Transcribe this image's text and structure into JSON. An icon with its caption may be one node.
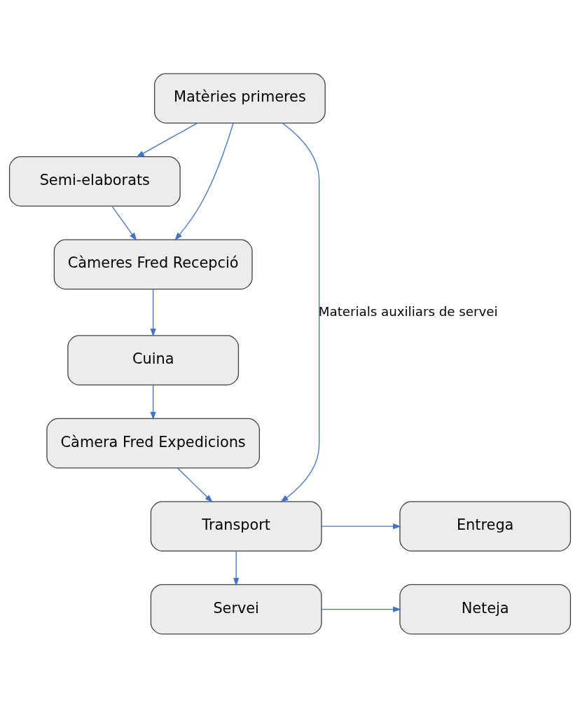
{
  "diagram": {
    "nodes": [
      {
        "text": [
          "Matèries primeres"
        ]
      },
      {
        "text": [
          "Semi-elaborats"
        ]
      },
      {
        "text": [
          "Càmeres Fred Recepció"
        ]
      },
      {
        "text": [
          "Cuina"
        ]
      },
      {
        "text": [
          "Càmera Fred Expedicions"
        ]
      },
      {
        "text": [
          "Transport"
        ]
      },
      {
        "text": [
          "Entrega"
        ]
      },
      {
        "text": [
          "Servei"
        ]
      },
      {
        "text": [
          "Neteja"
        ]
      }
    ],
    "edges": [
      {
        "from": 0,
        "to": 1,
        "arrow": "to"
      },
      {
        "from": 0,
        "to": 2,
        "arrow": "to"
      },
      {
        "from": 1,
        "to": 2,
        "arrow": "to"
      },
      {
        "from": 2,
        "to": 3,
        "arrow": "to"
      },
      {
        "from": 3,
        "to": 4,
        "arrow": "to"
      },
      {
        "from": 4,
        "to": 5,
        "arrow": "to"
      },
      {
        "from": 0,
        "to": 5,
        "arrow": "to",
        "label": "Materials auxiliars de servei"
      },
      {
        "from": 5,
        "to": 6,
        "arrow": "to"
      },
      {
        "from": 5,
        "to": 7,
        "arrow": "to"
      },
      {
        "from": 7,
        "to": 8,
        "arrow": "to"
      }
    ]
  }
}
